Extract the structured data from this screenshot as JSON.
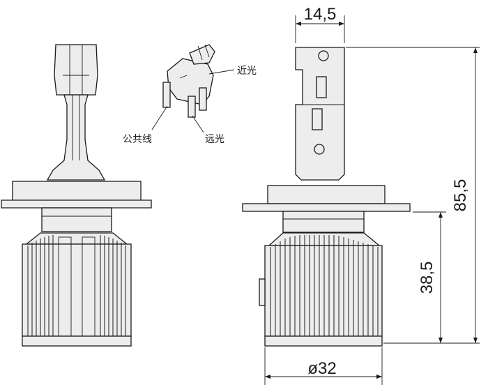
{
  "dimensions": {
    "width_top": "14,5",
    "height_total": "85,5",
    "height_lower": "38,5",
    "diameter": "ø32"
  },
  "connector_labels": {
    "low_beam": "近光",
    "high_beam": "远光",
    "common": "公共线"
  }
}
